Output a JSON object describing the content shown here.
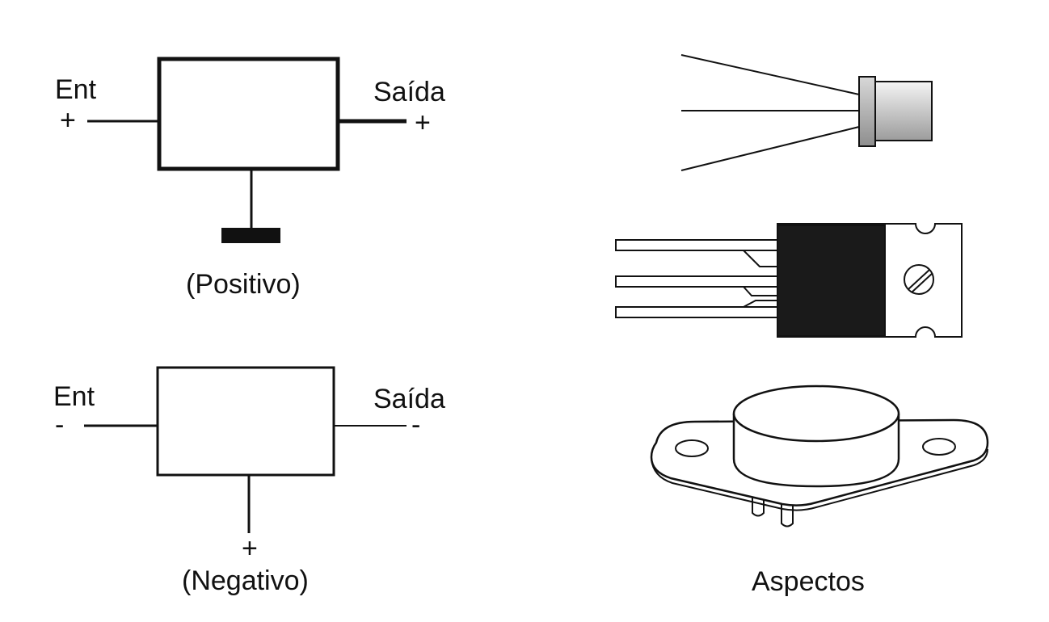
{
  "positive_regulator": {
    "input_label": "Ent",
    "input_sign": "+",
    "output_label": "Saída",
    "output_sign": "+",
    "caption": "(Positivo)"
  },
  "negative_regulator": {
    "input_label": "Ent",
    "input_sign": "-",
    "output_label": "Saída",
    "output_sign": "-",
    "ground_sign": "+",
    "caption": "(Negativo)"
  },
  "packages": {
    "caption": "Aspectos"
  },
  "colors": {
    "ink": "#111111",
    "tab_fill": "#1a1a1a",
    "metal_light": "#f2f2f2",
    "metal_dark": "#9a9a9a"
  }
}
